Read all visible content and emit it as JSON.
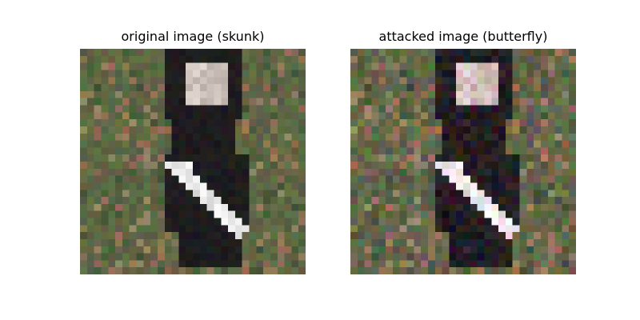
{
  "panels": [
    {
      "title": "original image (skunk)",
      "image": "pixelated photo of a skunk standing upright on grass",
      "variant": "original"
    },
    {
      "title": "attacked image (butterfly)",
      "image": "pixelated photo of a skunk on grass with adversarial perturbation noise",
      "variant": "attacked"
    }
  ]
}
